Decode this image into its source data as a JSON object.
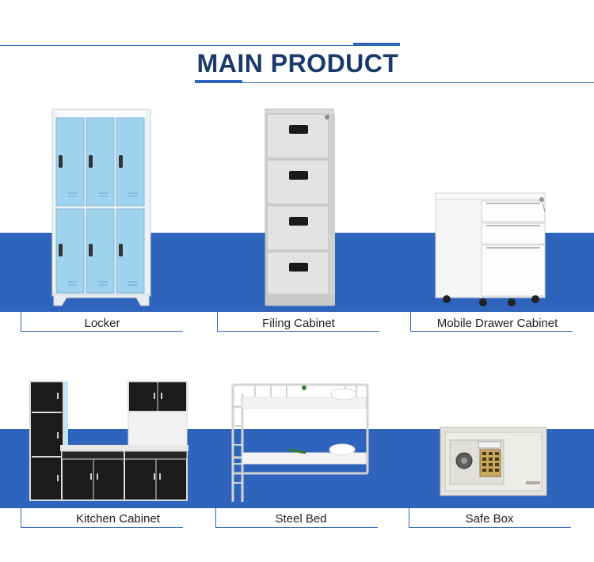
{
  "header": {
    "title": "MAIN PRODUCT"
  },
  "colors": {
    "accent_blue": "#2f64bd",
    "title_navy": "#1a3a6b"
  },
  "products": [
    {
      "label": "Locker",
      "image": "locker-image"
    },
    {
      "label": "Filing Cabinet",
      "image": "filing-cabinet-image"
    },
    {
      "label": "Mobile Drawer Cabinet",
      "image": "mobile-drawer-cabinet-image"
    },
    {
      "label": "Kitchen Cabinet",
      "image": "kitchen-cabinet-image"
    },
    {
      "label": "Steel Bed",
      "image": "steel-bed-image"
    },
    {
      "label": "Safe Box",
      "image": "safe-box-image"
    }
  ]
}
